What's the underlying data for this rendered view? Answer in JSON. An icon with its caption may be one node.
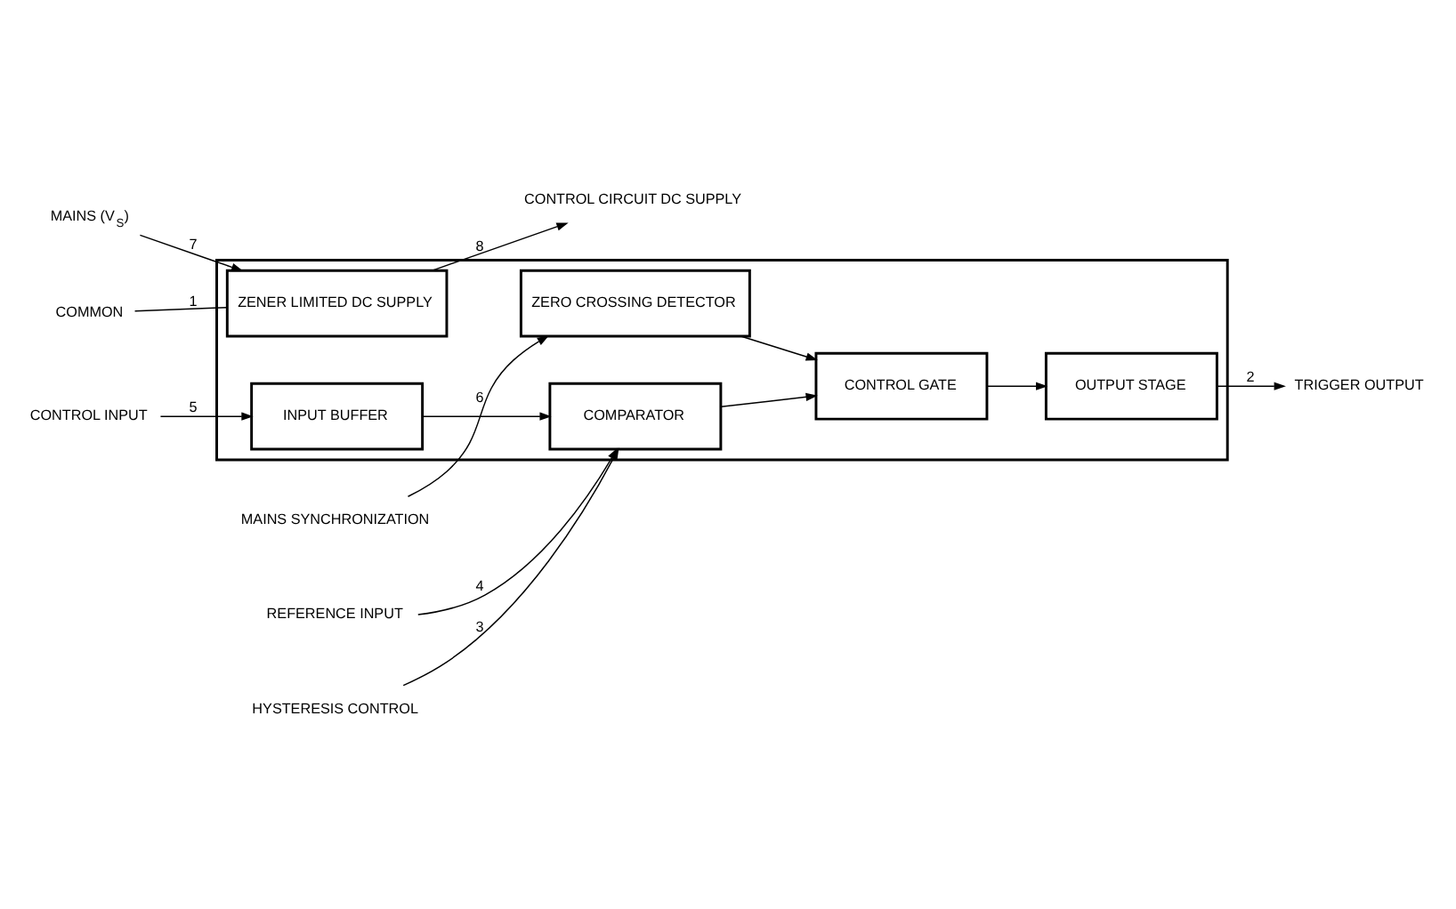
{
  "diagram": {
    "nodes": [
      {
        "text": [],
        "shape": "box"
      },
      {
        "text": [
          "ZENER LIMITED DC SUPPLY"
        ],
        "in": 0
      },
      {
        "text": [
          "ZERO CROSSING DETECTOR"
        ],
        "in": 0
      },
      {
        "text": [
          "INPUT BUFFER"
        ],
        "in": 0
      },
      {
        "text": [
          "COMPARATOR"
        ],
        "in": 0
      },
      {
        "text": [
          "CONTROL GATE"
        ],
        "in": 0
      },
      {
        "text": [
          "OUTPUT STAGE"
        ],
        "in": 0
      },
      {
        "text": [
          "MAINS (V$_{S}$)"
        ]
      },
      {
        "text": [
          "CONTROL CIRCUIT DC SUPPLY"
        ]
      },
      {
        "text": [
          "MAINS SYNCHRONIZATION"
        ]
      },
      {
        "text": [
          "COMMON"
        ]
      },
      {
        "text": [
          "CONTROL INPUT"
        ]
      },
      {
        "text": [
          "REFERENCE INPUT"
        ]
      },
      {
        "text": [
          "HYSTERESIS CONTROL"
        ]
      },
      {
        "text": [
          "TRIGGER OUTPUT"
        ]
      }
    ],
    "edges": [
      {
        "from": 7,
        "to": 1,
        "arrow": "to",
        "label": "7"
      },
      {
        "from": 1,
        "to": 8,
        "arrow": "to",
        "label": "8"
      },
      {
        "from": 9,
        "to": 2,
        "arrow": "to",
        "label": "6"
      },
      {
        "from": 10,
        "to": 1,
        "arrow": "none",
        "label": "1"
      },
      {
        "from": 11,
        "to": 3,
        "arrow": "to",
        "label": "5"
      },
      {
        "from": 3,
        "to": 4,
        "arrow": "to"
      },
      {
        "from": 12,
        "to": 4,
        "arrow": "to",
        "label": "4"
      },
      {
        "from": 13,
        "to": 4,
        "arrow": "to",
        "label": "3"
      },
      {
        "from": 2,
        "to": 5,
        "arrow": "to"
      },
      {
        "from": 4,
        "to": 5,
        "arrow": "to"
      },
      {
        "from": 5,
        "to": 6,
        "arrow": "to"
      },
      {
        "from": 6,
        "to": 14,
        "arrow": "to",
        "label": "2"
      }
    ]
  }
}
